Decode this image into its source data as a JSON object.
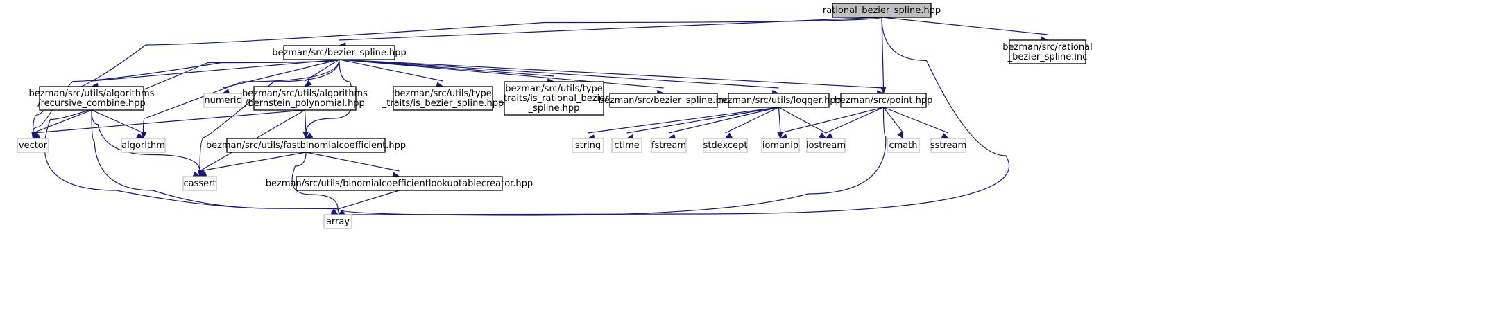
{
  "diagram": {
    "nodes": [
      {
        "id": "root",
        "kind": "root",
        "lines": [
          "rational_bezier_spline.hpp"
        ]
      },
      {
        "id": "bezier_spline_hpp",
        "kind": "doc",
        "lines": [
          "bezman/src/bezier_spline.hpp"
        ]
      },
      {
        "id": "rational_inc",
        "kind": "doc",
        "lines": [
          "bezman/src/rational",
          "_bezier_spline.inc"
        ]
      },
      {
        "id": "recursive_combine",
        "kind": "doc",
        "lines": [
          "bezman/src/utils/algorithms",
          "/recursive_combine.hpp"
        ]
      },
      {
        "id": "numeric",
        "kind": "sys",
        "lines": [
          "numeric"
        ]
      },
      {
        "id": "bernstein",
        "kind": "doc",
        "lines": [
          "bezman/src/utils/algorithms",
          "/bernstein_polynomial.hpp"
        ]
      },
      {
        "id": "is_bezier",
        "kind": "doc",
        "lines": [
          "bezman/src/utils/type",
          "_traits/is_bezier_spline.hpp"
        ]
      },
      {
        "id": "is_rational",
        "kind": "doc",
        "lines": [
          "bezman/src/utils/type",
          "_traits/is_rational_bezier",
          "_spline.hpp"
        ]
      },
      {
        "id": "bezier_inc",
        "kind": "doc",
        "lines": [
          "bezman/src/bezier_spline.inc"
        ]
      },
      {
        "id": "logger",
        "kind": "doc",
        "lines": [
          "bezman/src/utils/logger.hpp"
        ]
      },
      {
        "id": "point",
        "kind": "doc",
        "lines": [
          "bezman/src/point.hpp"
        ]
      },
      {
        "id": "vector",
        "kind": "sys",
        "lines": [
          "vector"
        ]
      },
      {
        "id": "algorithm",
        "kind": "sys",
        "lines": [
          "algorithm"
        ]
      },
      {
        "id": "fastbinomial",
        "kind": "doc",
        "lines": [
          "bezman/src/utils/fastbinomialcoefficient.hpp"
        ]
      },
      {
        "id": "string",
        "kind": "sys",
        "lines": [
          "string"
        ]
      },
      {
        "id": "ctime",
        "kind": "sys",
        "lines": [
          "ctime"
        ]
      },
      {
        "id": "fstream",
        "kind": "sys",
        "lines": [
          "fstream"
        ]
      },
      {
        "id": "stdexcept",
        "kind": "sys",
        "lines": [
          "stdexcept"
        ]
      },
      {
        "id": "iomanip",
        "kind": "sys",
        "lines": [
          "iomanip"
        ]
      },
      {
        "id": "iostream",
        "kind": "sys",
        "lines": [
          "iostream"
        ]
      },
      {
        "id": "cmath",
        "kind": "sys",
        "lines": [
          "cmath"
        ]
      },
      {
        "id": "sstream",
        "kind": "sys",
        "lines": [
          "sstream"
        ]
      },
      {
        "id": "cassert",
        "kind": "sys",
        "lines": [
          "cassert"
        ]
      },
      {
        "id": "lookuptable",
        "kind": "doc",
        "lines": [
          "bezman/src/utils/binomialcoefficientlookuptablecreator.hpp"
        ]
      },
      {
        "id": "array",
        "kind": "sys",
        "lines": [
          "array"
        ]
      }
    ],
    "edges": [
      [
        "root",
        "bezier_spline_hpp"
      ],
      [
        "root",
        "vector"
      ],
      [
        "root",
        "point"
      ],
      [
        "root",
        "rational_inc"
      ],
      [
        "root",
        "array"
      ],
      [
        "bezier_spline_hpp",
        "recursive_combine"
      ],
      [
        "bezier_spline_hpp",
        "numeric"
      ],
      [
        "bezier_spline_hpp",
        "bernstein"
      ],
      [
        "bezier_spline_hpp",
        "is_bezier"
      ],
      [
        "bezier_spline_hpp",
        "is_rational"
      ],
      [
        "bezier_spline_hpp",
        "bezier_inc"
      ],
      [
        "bezier_spline_hpp",
        "logger"
      ],
      [
        "bezier_spline_hpp",
        "point"
      ],
      [
        "bezier_spline_hpp",
        "vector"
      ],
      [
        "bezier_spline_hpp",
        "algorithm"
      ],
      [
        "bezier_spline_hpp",
        "cassert"
      ],
      [
        "bezier_spline_hpp",
        "fastbinomial"
      ],
      [
        "bezier_spline_hpp",
        "array"
      ],
      [
        "recursive_combine",
        "vector"
      ],
      [
        "recursive_combine",
        "algorithm"
      ],
      [
        "recursive_combine",
        "cassert"
      ],
      [
        "recursive_combine",
        "array"
      ],
      [
        "bernstein",
        "vector"
      ],
      [
        "bernstein",
        "cassert"
      ],
      [
        "bernstein",
        "fastbinomial"
      ],
      [
        "fastbinomial",
        "cassert"
      ],
      [
        "fastbinomial",
        "lookuptable"
      ],
      [
        "fastbinomial",
        "array"
      ],
      [
        "lookuptable",
        "array"
      ],
      [
        "logger",
        "string"
      ],
      [
        "logger",
        "ctime"
      ],
      [
        "logger",
        "fstream"
      ],
      [
        "logger",
        "stdexcept"
      ],
      [
        "logger",
        "iomanip"
      ],
      [
        "logger",
        "iostream"
      ],
      [
        "point",
        "iomanip"
      ],
      [
        "point",
        "iostream"
      ],
      [
        "point",
        "cmath"
      ],
      [
        "point",
        "sstream"
      ],
      [
        "point",
        "array"
      ]
    ]
  }
}
